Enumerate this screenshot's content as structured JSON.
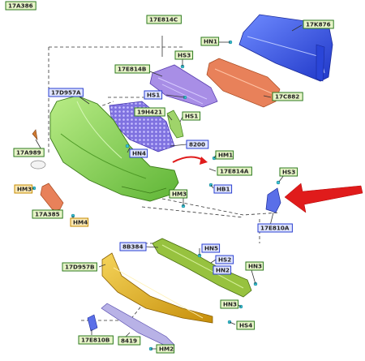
{
  "labels": {
    "17A386": "17A386",
    "17E814C": "17E814C",
    "HS3a": "HS3",
    "HN1": "HN1",
    "17K876": "17K876",
    "17E814B": "17E814B",
    "17D957A": "17D957A",
    "HS1a": "HS1",
    "17C882": "17C882",
    "19H421": "19H421",
    "HS1b": "HS1",
    "HN4": "HN4",
    "8200": "8200",
    "HM1": "HM1",
    "17E814A": "17E814A",
    "17A989": "17A989",
    "HB1": "HB1",
    "HS3b": "HS3",
    "HM3a": "HM3",
    "HM3b": "HM3",
    "17A385": "17A385",
    "HM4": "HM4",
    "17E810A": "17E810A",
    "8B384": "8B384",
    "HN5": "HN5",
    "HS2": "HS2",
    "17D957B": "17D957B",
    "HN2": "HN2",
    "HN3a": "HN3",
    "HN3b": "HN3",
    "HS4": "HS4",
    "17E810B": "17E810B",
    "8419": "8419",
    "HM2": "HM2"
  },
  "colors": {
    "green_tag_fill": "#e7f4c8",
    "green_tag_border": "#2c7a1e",
    "blue_tag_fill": "#dfe4ff",
    "blue_tag_border": "#2a3fd0",
    "orange_tag_fill": "#fbe9b4",
    "orange_tag_border": "#c58a00",
    "bumper_cover": "#8fd65a",
    "absorber": "#2f4fe0",
    "reinforcement": "#e07a4a",
    "grille": "#9a8ae8",
    "lower_cover": "#e3b21b",
    "lower_bracket": "#8fc23a",
    "arrow": "#e01b1b"
  }
}
